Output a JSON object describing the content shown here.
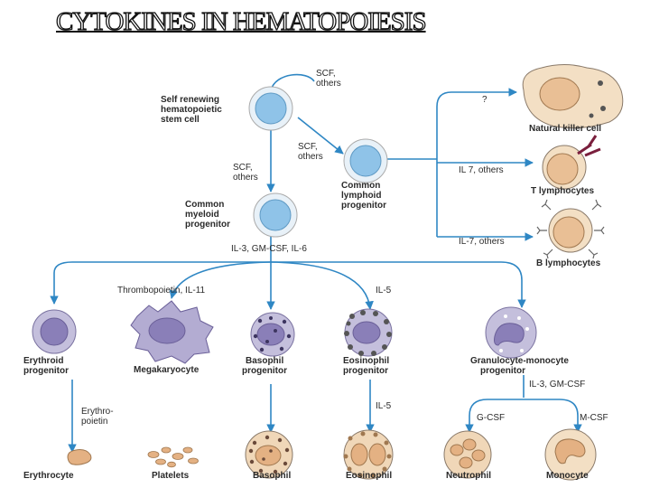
{
  "title": "CYTOKINES IN HEMATOPOIESIS",
  "colors": {
    "arrow": "#2f87c4",
    "stem": "#8fc3e8",
    "progenitor": "#a39ac4",
    "nucleus": "#8a7fb8",
    "rbc": "#e4b183",
    "granular": "#f0d7b8"
  },
  "cells": {
    "stem": [
      "Self renewing",
      "hematopoietic",
      "stem cell"
    ],
    "lymphoid": [
      "Common",
      "lymphoid",
      "progenitor"
    ],
    "myeloid": [
      "Common",
      "myeloid",
      "progenitor"
    ],
    "nk": "Natural killer cell",
    "t": "T lymphocytes",
    "b": "B lymphocytes",
    "erythroid": [
      "Erythroid",
      "progenitor"
    ],
    "megakaryocyte": "Megakaryocyte",
    "basophil_prog": [
      "Basophil",
      "progenitor"
    ],
    "eosinophil_prog": [
      "Eosinophil",
      "progenitor"
    ],
    "gm_prog": [
      "Granulocyte-monocyte",
      "progenitor"
    ],
    "erythrocyte": "Erythrocyte",
    "platelets": "Platelets",
    "basophil": "Basophil",
    "eosinophil": "Eosinophil",
    "neutrophil": "Neutrophil",
    "monocyte": "Monocyte"
  },
  "cytokines": {
    "scf_self": [
      "SCF,",
      "others"
    ],
    "scf_lymph": [
      "SCF,",
      "others"
    ],
    "scf_myeloid": [
      "SCF,",
      "others"
    ],
    "nk": "?",
    "t": "IL 7, others",
    "b": "IL-7, others",
    "myeloid_main": "IL-3, GM-CSF, IL-6",
    "thrombopoietin": "Thrombopoietin, IL-11",
    "il5_top": "IL-5",
    "il5_bottom": "IL-5",
    "epo": [
      "Erythro-",
      "poietin"
    ],
    "gm_split": "IL-3, GM-CSF",
    "gcsf": "G-CSF",
    "mcsf": "M-CSF"
  }
}
